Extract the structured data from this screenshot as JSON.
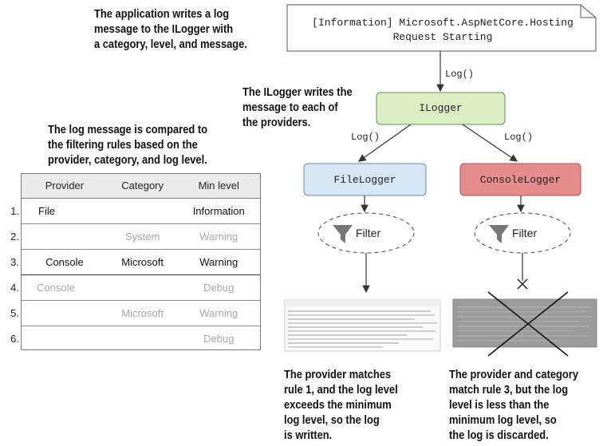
{
  "notes": {
    "app_writes": "The application writes a log\nmessage to the ILogger with\na category, level, and message.",
    "ilogger_writes": "The ILogger writes the\nmessage to each of\nthe providers.",
    "compared": "The log message is compared to\nthe filtering rules based on the\nprovider, category, and log level.",
    "provider_matches": "The provider matches\nrule 1, and the log level\nexceeds the minimum\nlog level, so the log\nis written.",
    "provider_category": "The provider and category\nmatch rule 3, but the log\nlevel is less than the\nminimum log level, so\nthe log is discarded."
  },
  "log_message": {
    "line1": "[Information] Microsoft.AspNetCore.Hosting",
    "line2": "Request Starting"
  },
  "nodes": {
    "ilogger": "ILogger",
    "file_logger": "FileLogger",
    "console_logger": "ConsoleLogger",
    "filter_left": "Filter",
    "filter_right": "Filter"
  },
  "edge_labels": {
    "log_top": "Log()",
    "log_left": "Log()",
    "log_right": "Log()"
  },
  "table": {
    "headers": [
      "Provider",
      "Category",
      "Min level"
    ],
    "rows": [
      {
        "num": "1.",
        "provider": "File",
        "category": "",
        "min_level": "Information"
      },
      {
        "num": "2.",
        "provider": "",
        "category": "System",
        "min_level": "Warning"
      },
      {
        "num": "3.",
        "provider": "Console",
        "category": "Microsoft",
        "min_level": "Warning"
      },
      {
        "num": "4.",
        "provider": "Console",
        "category": "",
        "min_level": "Debug"
      },
      {
        "num": "5.",
        "provider": "",
        "category": "Microsoft",
        "min_level": "Warning"
      },
      {
        "num": "6.",
        "provider": "",
        "category": "",
        "min_level": "Debug"
      }
    ]
  },
  "colors": {
    "ilogger_fill": "#dcefc4",
    "file_logger_fill": "#d7e6f4",
    "console_logger_fill": "#e68c8c"
  }
}
